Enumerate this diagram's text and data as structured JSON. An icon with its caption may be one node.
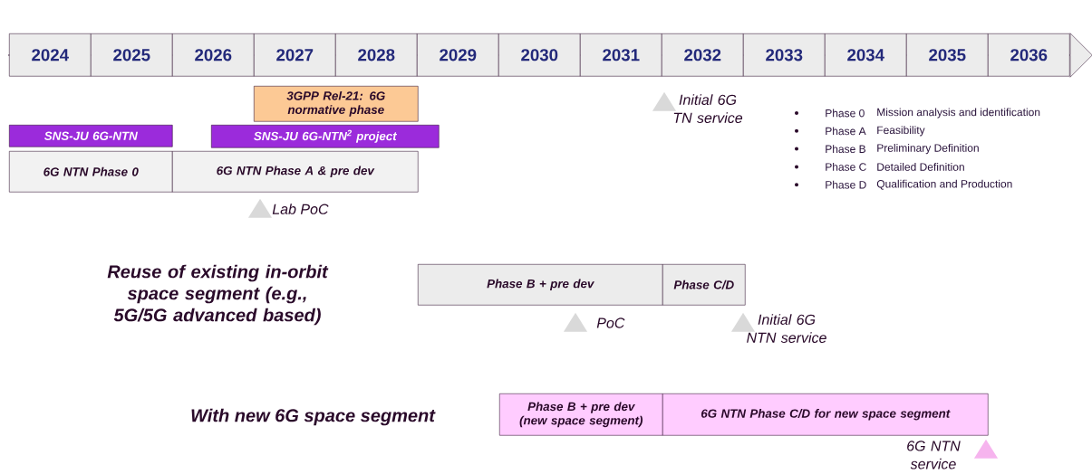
{
  "diagram": {
    "nodes": [
      {
        "text": [],
        "shape": "arrow"
      },
      {
        "text": [
          "2024"
        ],
        "in": 0
      },
      {
        "text": [
          "2025"
        ],
        "in": 0
      },
      {
        "text": [
          "2026"
        ],
        "in": 0
      },
      {
        "text": [
          "2027"
        ],
        "in": 0
      },
      {
        "text": [
          "2028"
        ],
        "in": 0
      },
      {
        "text": [
          "2029"
        ],
        "in": 0
      },
      {
        "text": [
          "2030"
        ],
        "in": 0
      },
      {
        "text": [
          "2031"
        ],
        "in": 0
      },
      {
        "text": [
          "2032"
        ],
        "in": 0
      },
      {
        "text": [
          "2033"
        ],
        "in": 0
      },
      {
        "text": [
          "2034"
        ],
        "in": 0
      },
      {
        "text": [
          "2035"
        ],
        "in": 0
      },
      {
        "text": [
          "2036"
        ],
        "in": 0
      },
      {
        "text": [
          "3GPP Rel-21: 6G normative phase"
        ]
      },
      {
        "text": [],
        "shape": "triangle",
        "beside": [
          "Initial 6G TN service"
        ]
      },
      {
        "text": [
          "SNS-JU 6G-NTN"
        ]
      },
      {
        "text": [
          "SNS-JU 6G-NTN$^{2}$ project"
        ]
      },
      {
        "text": [
          "6G NTN Phase 0"
        ]
      },
      {
        "text": [
          "6G NTN Phase A & pre dev"
        ]
      },
      {
        "text": [],
        "shape": "triangle",
        "beside": [
          "Lab PoC"
        ]
      },
      {
        "text": [
          "Phase B + pre dev"
        ]
      },
      {
        "text": [
          "Phase C/D"
        ]
      },
      {
        "text": [],
        "shape": "triangle",
        "beside": [
          "PoC"
        ]
      },
      {
        "text": [],
        "shape": "triangle",
        "beside": [
          "Initial 6G NTN service"
        ]
      },
      {
        "text": [
          "Phase B + pre dev (new space segment)"
        ]
      },
      {
        "text": [
          "6G NTN Phase C/D for new space segment"
        ]
      },
      {
        "text": [],
        "shape": "triangle",
        "beside": [
          "6G NTN service"
        ]
      }
    ],
    "labels": [
      "Phase 0",
      "Mission analysis and identification",
      "Phase A",
      "Feasibility",
      "Phase B",
      "Preliminary Definition",
      "Phase C",
      "Detailed Definition",
      "Phase D",
      "Qualification and Production",
      "Reuse of existing in-orbit space segment (e.g., 5G/5G advanced based)",
      "With new 6G space segment"
    ]
  }
}
